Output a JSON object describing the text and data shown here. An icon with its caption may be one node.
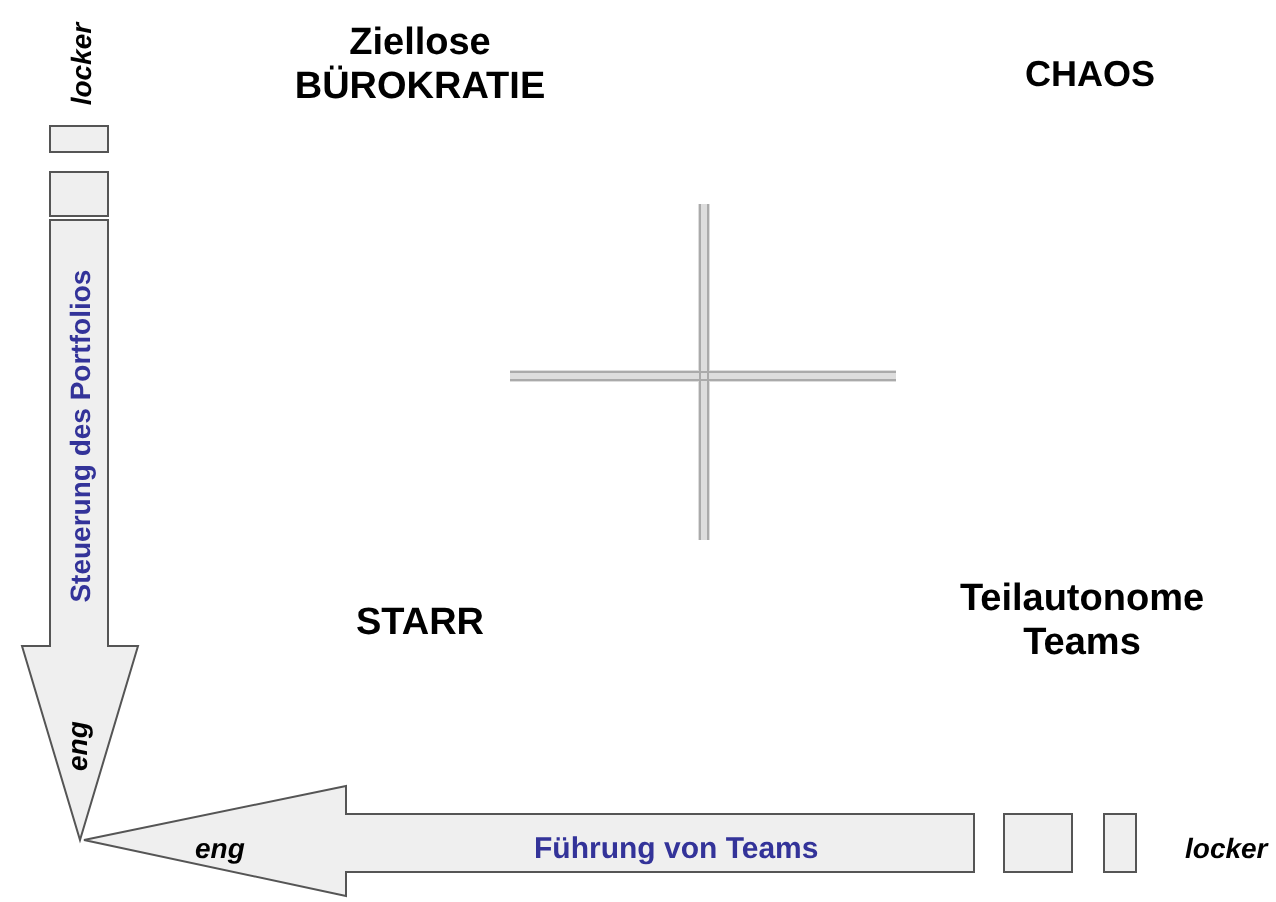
{
  "diagram": {
    "labels": [
      "locker",
      "Ziellose BÜROKRATIE",
      "CHAOS",
      "Steuerung des Portfolios",
      "STARR",
      "Teilautonome Teams",
      "eng",
      "eng",
      "Führung von Teams",
      "locker"
    ]
  }
}
